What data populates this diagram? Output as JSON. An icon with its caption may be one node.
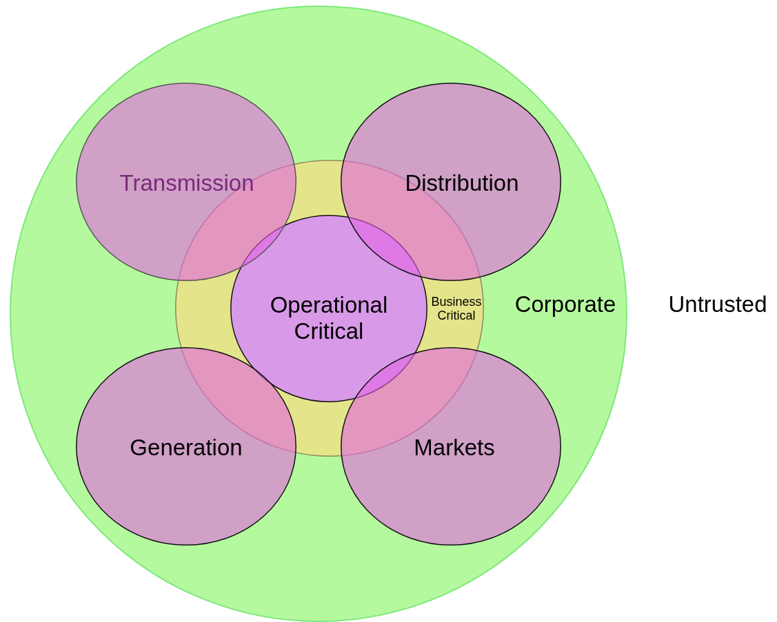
{
  "diagram": {
    "nodes": [
      {
        "text": [
          "Corporate"
        ]
      },
      {
        "text": [
          "Transmission"
        ],
        "in": 0
      },
      {
        "text": [
          "Distribution"
        ],
        "in": 0
      },
      {
        "text": [
          "Business Critical"
        ],
        "in": 0
      },
      {
        "text": [
          "Operational Critical"
        ],
        "in": 3
      },
      {
        "text": [
          "Generation"
        ],
        "in": 0
      },
      {
        "text": [
          "Markets"
        ],
        "in": 0
      }
    ],
    "edges": [],
    "labels": [
      "Untrusted"
    ]
  }
}
